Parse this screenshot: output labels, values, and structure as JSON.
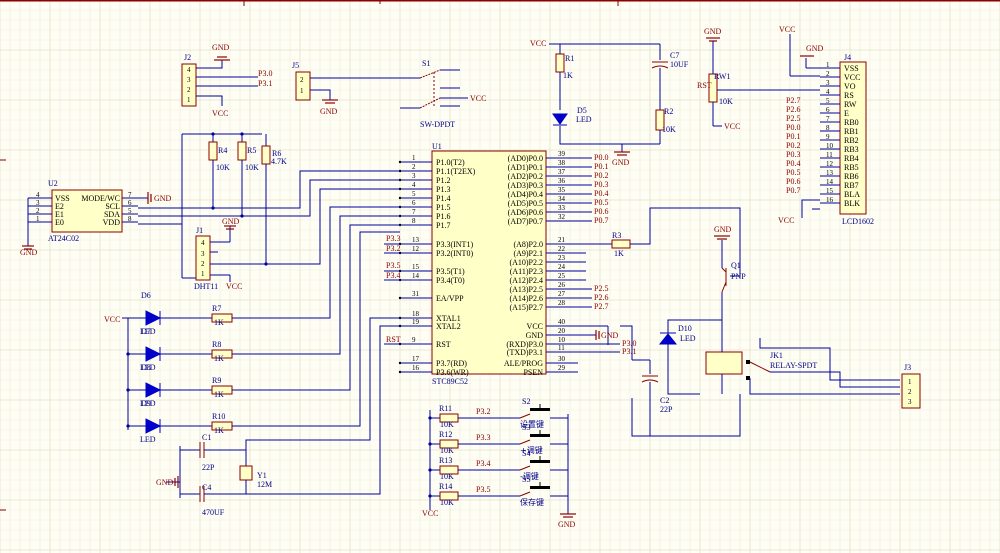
{
  "u1": {
    "ref": "U1",
    "value": "STC89C52",
    "left_pins": [
      {
        "n": "1",
        "name": "P1.0(T2)"
      },
      {
        "n": "2",
        "name": "P1.1(T2EX)"
      },
      {
        "n": "3",
        "name": "P1.2"
      },
      {
        "n": "4",
        "name": "P1.3"
      },
      {
        "n": "5",
        "name": "P1.4"
      },
      {
        "n": "6",
        "name": "P1.5"
      },
      {
        "n": "7",
        "name": "P1.6"
      },
      {
        "n": "8",
        "name": "P1.7"
      },
      {
        "n": "13",
        "name": "P3.3(INT1)"
      },
      {
        "n": "12",
        "name": "P3.2(INT0)"
      },
      {
        "n": "15",
        "name": "P3.5(T1)"
      },
      {
        "n": "14",
        "name": "P3.4(T0)"
      },
      {
        "n": "31",
        "name": "EA/VPP"
      },
      {
        "n": "18",
        "name": "XTAL1"
      },
      {
        "n": "19",
        "name": "XTAL2"
      },
      {
        "n": "9",
        "name": "RST"
      },
      {
        "n": "17",
        "name": "P3.7(RD)"
      },
      {
        "n": "16",
        "name": "P3.6(WR)"
      }
    ],
    "right_pins": [
      {
        "n": "39",
        "name": "(AD0)P0.0"
      },
      {
        "n": "38",
        "name": "(AD1)P0.1"
      },
      {
        "n": "37",
        "name": "(AD2)P0.2"
      },
      {
        "n": "36",
        "name": "(AD3)P0.3"
      },
      {
        "n": "35",
        "name": "(AD4)P0.4"
      },
      {
        "n": "34",
        "name": "(AD5)P0.5"
      },
      {
        "n": "33",
        "name": "(AD6)P0.6"
      },
      {
        "n": "32",
        "name": "(AD7)P0.7"
      },
      {
        "n": "21",
        "name": "(A8)P2.0"
      },
      {
        "n": "22",
        "name": "(A9)P2.1"
      },
      {
        "n": "23",
        "name": "(A10)P2.2"
      },
      {
        "n": "24",
        "name": "(A11)P2.3"
      },
      {
        "n": "25",
        "name": "(A12)P2.4"
      },
      {
        "n": "26",
        "name": "(A13)P2.5"
      },
      {
        "n": "27",
        "name": "(A14)P2.6"
      },
      {
        "n": "28",
        "name": "(A15)P2.7"
      },
      {
        "n": "40",
        "name": "VCC"
      },
      {
        "n": "20",
        "name": "GND"
      },
      {
        "n": "10",
        "name": "(RXD)P3.0"
      },
      {
        "n": "11",
        "name": "(TXD)P3.1"
      },
      {
        "n": "30",
        "name": "ALE/PROG"
      },
      {
        "n": "29",
        "name": "PSEN"
      }
    ],
    "left_nets": [
      "P3.3",
      "P3.2",
      "P3.5",
      "P3.4",
      "RST"
    ],
    "right_nets": [
      "P0.0",
      "P0.1",
      "P0.2",
      "P0.3",
      "P0.4",
      "P0.5",
      "P0.6",
      "P0.7",
      "P2.5",
      "P2.6",
      "P2.7",
      "P3.0",
      "P3.1"
    ]
  },
  "u2": {
    "ref": "U2",
    "value": "AT24C02",
    "pins_left": [
      {
        "n": "4",
        "name": "VSS"
      },
      {
        "n": "3",
        "name": "E2"
      },
      {
        "n": "2",
        "name": "E1"
      },
      {
        "n": "1",
        "name": "E0"
      }
    ],
    "pins_right": [
      {
        "n": "7",
        "name": "MODE/WC"
      },
      {
        "n": "6",
        "name": "SCL"
      },
      {
        "n": "5",
        "name": "SDA"
      },
      {
        "n": "8",
        "name": "VDD"
      }
    ]
  },
  "j1": {
    "ref": "J1",
    "value": "DHT11",
    "pins": [
      "4",
      "3",
      "2",
      "1"
    ],
    "vcc": "VCC",
    "gnd": "GND"
  },
  "j2": {
    "ref": "J2",
    "pins": [
      "4",
      "3",
      "2",
      "1"
    ],
    "nets": [
      "P3.0",
      "P3.1"
    ],
    "gnd": "GND",
    "vcc": "VCC"
  },
  "j3": {
    "ref": "J3",
    "pins": [
      "1",
      "2",
      "3"
    ]
  },
  "j4": {
    "ref": "J4",
    "value": "LCD1602",
    "pins": [
      "1",
      "2",
      "3",
      "4",
      "5",
      "6",
      "7",
      "8",
      "9",
      "10",
      "11",
      "12",
      "13",
      "14",
      "15",
      "16"
    ],
    "names": [
      "VSS",
      "VCC",
      "VO",
      "RS",
      "RW",
      "E",
      "RB0",
      "RB1",
      "RB2",
      "RB3",
      "RB4",
      "RB5",
      "RB6",
      "RB7",
      "BLA",
      "BLK"
    ],
    "nets": [
      "P2.7",
      "P2.6",
      "P2.5",
      "P0.0",
      "P0.1",
      "P0.2",
      "P0.3",
      "P0.4",
      "P0.5",
      "P0.6",
      "P0.7"
    ],
    "vcc": "VCC",
    "gnd": "GND"
  },
  "j5": {
    "ref": "J5",
    "pins": [
      "2",
      "1"
    ],
    "gnd": "GND"
  },
  "s1": {
    "ref": "S1",
    "value": "SW-DPDT",
    "vcc": "VCC"
  },
  "resistors": [
    {
      "ref": "R1",
      "value": "1K"
    },
    {
      "ref": "R2",
      "value": "10K"
    },
    {
      "ref": "R3",
      "value": "1K"
    },
    {
      "ref": "R4",
      "value": "10K"
    },
    {
      "ref": "R5",
      "value": "10K"
    },
    {
      "ref": "R6",
      "value": "4.7K"
    },
    {
      "ref": "R7",
      "value": "1K"
    },
    {
      "ref": "R8",
      "value": "1K"
    },
    {
      "ref": "R9",
      "value": "1K"
    },
    {
      "ref": "R10",
      "value": "1K"
    },
    {
      "ref": "R11",
      "value": "10K"
    },
    {
      "ref": "R12",
      "value": "10K"
    },
    {
      "ref": "R13",
      "value": "10K"
    },
    {
      "ref": "R14",
      "value": "10K"
    }
  ],
  "rw1": {
    "ref": "RW1",
    "value": "10K",
    "net": "RST",
    "vcc": "VCC"
  },
  "caps": [
    {
      "ref": "C1",
      "value": "22P"
    },
    {
      "ref": "C2",
      "value": "22P"
    },
    {
      "ref": "C4",
      "value": "470UF"
    },
    {
      "ref": "C7",
      "value": "10UF"
    }
  ],
  "y1": {
    "ref": "Y1",
    "value": "12M"
  },
  "leds": [
    {
      "ref": "D5",
      "value": "LED"
    },
    {
      "ref": "D6",
      "value": "LED"
    },
    {
      "ref": "D7",
      "value": "LED"
    },
    {
      "ref": "D8",
      "value": "LED"
    },
    {
      "ref": "D9",
      "value": "LED"
    },
    {
      "ref": "D10",
      "value": "LED"
    }
  ],
  "q1": {
    "ref": "Q1",
    "value": "PNP"
  },
  "jk1": {
    "ref": "JK1",
    "value": "RELAY-SPDT"
  },
  "switches": [
    {
      "ref": "S2",
      "net": "P3.2",
      "label": "设置键"
    },
    {
      "ref": "S3",
      "net": "P3.3",
      "label": "+调键"
    },
    {
      "ref": "S4",
      "net": "P3.4",
      "label": "-调键"
    },
    {
      "ref": "S5",
      "net": "P3.5",
      "label": "保存键"
    }
  ],
  "power": {
    "vcc": "VCC",
    "gnd": "GND"
  },
  "colors": {
    "wire": "#0000a0",
    "body": "#ffffc8",
    "outline": "#8b0000",
    "net": "#8b0000",
    "ref": "#00008b",
    "background": "#fffef4"
  }
}
